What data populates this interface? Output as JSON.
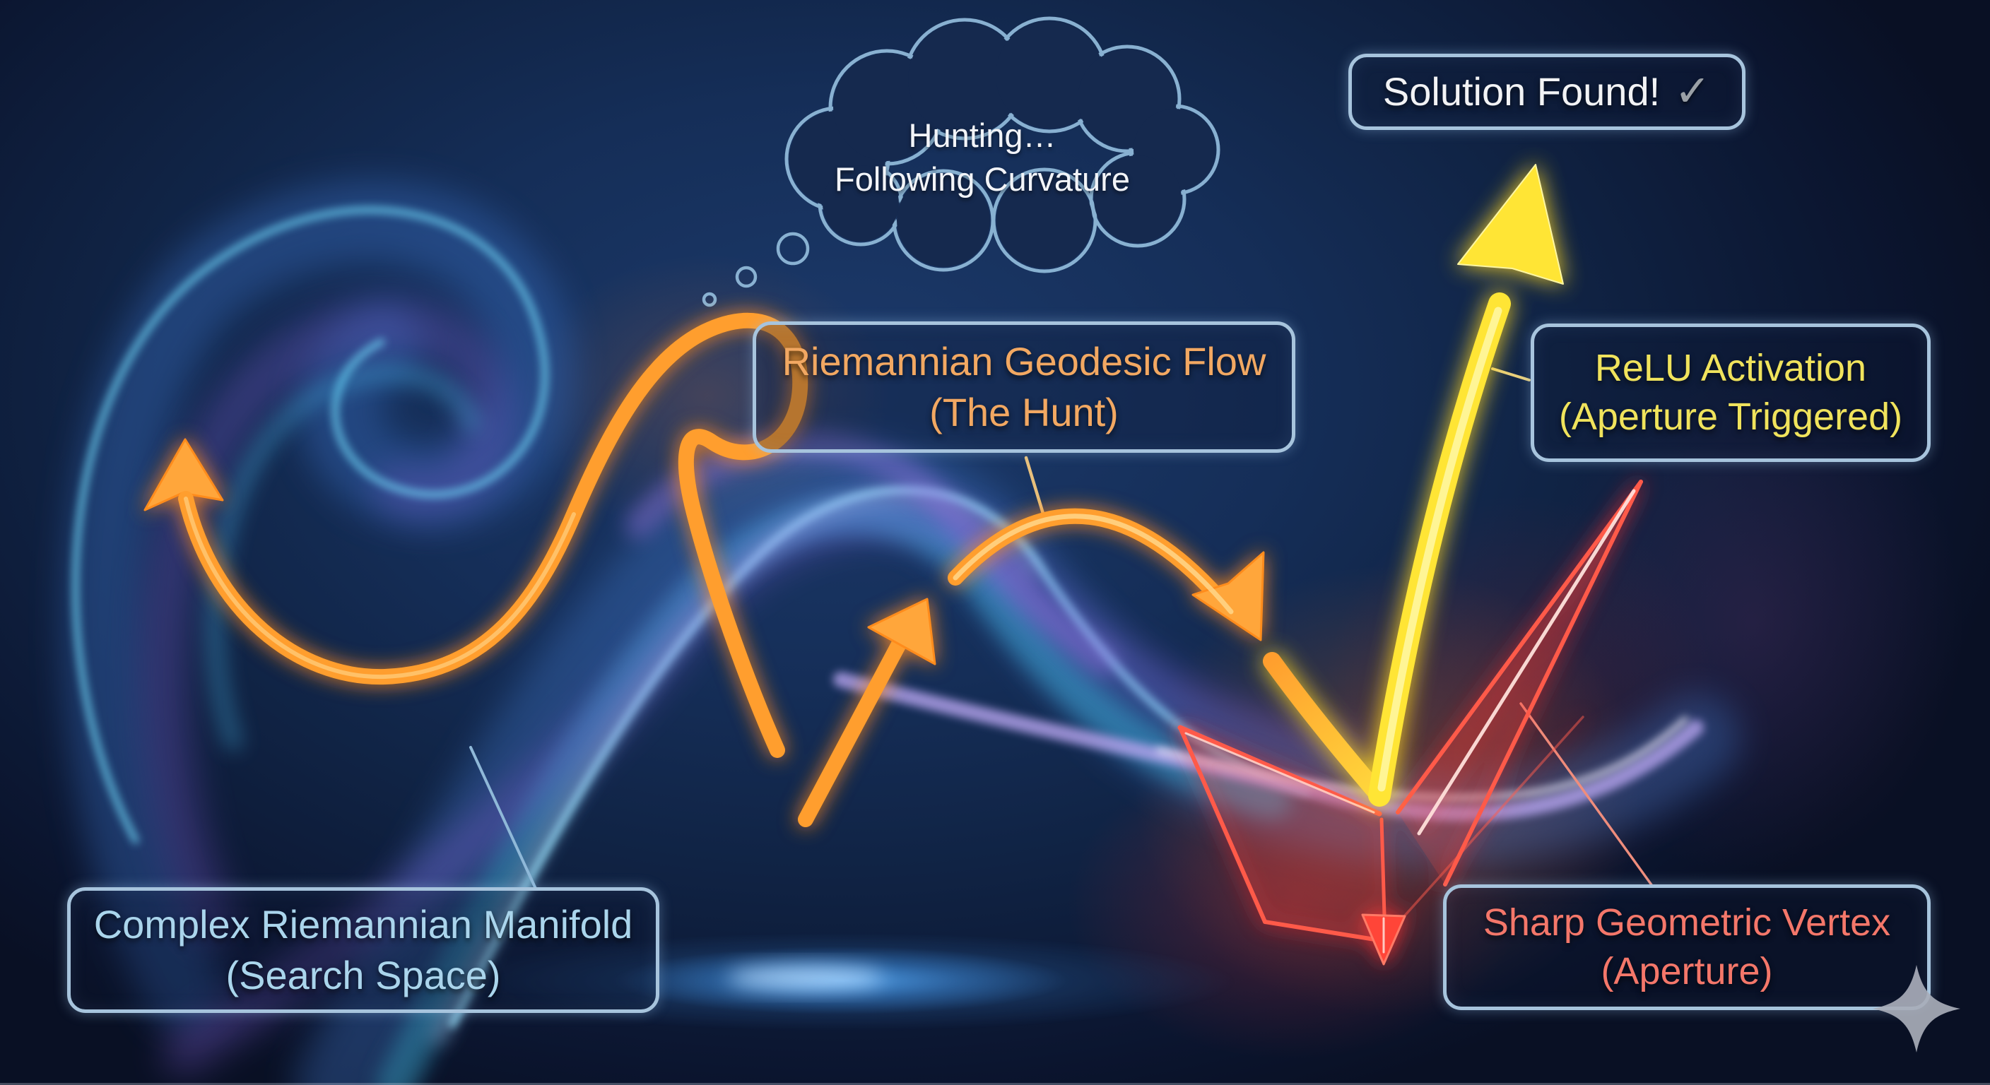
{
  "scene": {
    "type": "concept-diagram",
    "thought_cloud": {
      "line1": "Hunting…",
      "line2": "Following Curvature",
      "text_color": "#f2f4f8",
      "outline_color": "#8fb8d8"
    },
    "callouts": {
      "solution": {
        "label": "Solution Found!",
        "check_glyph": "✓",
        "check_color": "#9aa0a6",
        "text_color": "#f2f3f5"
      },
      "geodesic_flow": {
        "line1": "Riemannian Geodesic Flow",
        "line2": "(The Hunt)",
        "text_color": "#f2a862"
      },
      "relu": {
        "line1": "ReLU Activation",
        "line2": "(Aperture Triggered)",
        "text_color": "#f0e35c"
      },
      "sharp_vertex": {
        "line1": "Sharp Geometric Vertex",
        "line2": "(Aperture)",
        "text_color": "#f4776a"
      },
      "manifold": {
        "line1": "Complex Riemannian Manifold",
        "line2": "(Search Space)",
        "text_color": "#aad5ec"
      }
    },
    "palette": {
      "background_center": "#1c3a6b",
      "background_edge": "#0b152f",
      "manifold_cyan": "#6fe0ff",
      "manifold_blue": "#4a86e0",
      "manifold_purple": "#8a63e0",
      "manifold_lavender": "#b6a4ee",
      "geodesic_orange": "#ff9e2e",
      "relu_yellow": "#ffe53c",
      "vertex_red": "#ff4a3c",
      "callout_border": "#a7c4dd",
      "sparkle_gray": "#a8adb8",
      "bottom_glow_blue": "#3f93e8"
    },
    "icons": {
      "sparkle": "four-point-star",
      "checkmark": "✓"
    }
  }
}
